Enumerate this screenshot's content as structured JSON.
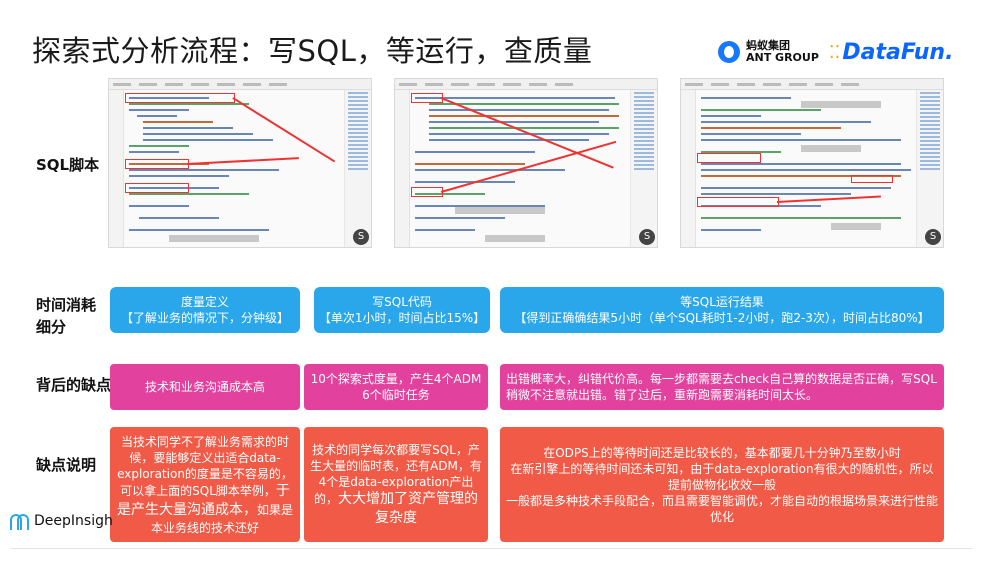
{
  "title": "探索式分析流程：写SQL，等运行，查质量",
  "logos": {
    "ant_cn": "蚂蚁集团",
    "ant_en": "ANT GROUP",
    "datafun": "DataFun."
  },
  "row_labels": {
    "sql": "SQL脚本",
    "time": "时间消耗细分",
    "defects": "背后的缺点",
    "explain": "缺点说明"
  },
  "screenshots": {
    "avatar": "S"
  },
  "stages": [
    {
      "title": "度量定义",
      "detail": "【了解业务的情况下，分钟级】"
    },
    {
      "title": "写SQL代码",
      "detail": "【单次1小时，时间占比15%】"
    },
    {
      "title": "等SQL运行结果",
      "detail": "【得到正确确结果5小时（单个SQL耗时1-2小时，跑2-3次），时间占比80%】"
    }
  ],
  "defects": [
    {
      "text": "技术和业务沟通成本高"
    },
    {
      "text": "10个探索式度量，产生4个ADM 6个临时任务"
    },
    {
      "text": "出错概率大，纠错代价高。每一步都需要去check自己算的数据是否正确，写SQL稍微不注意就出错。错了过后，重新跑需要消耗时间太长。"
    }
  ],
  "explanations": {
    "e1_normal": "当技术同学不了解业务需求的时候，要能够定义出适合data-exploration的度量是不容易的，可以拿上面的SQL脚本举例，",
    "e1_big": "于是产生大量沟通成本，",
    "e1_tail": "如果是本业务线的技术还好",
    "e2_normal": "技术的同学每次都要写SQL，产生大量的临时表，还有ADM，有4个是data-exploration产出的，",
    "e2_big": "大大增加了资产管理的复杂度",
    "e3_p1": "在ODPS上的等待时间还是比较长的，基本都要几十分钟乃至数小时",
    "e3_p2": "在新引擎上的等待时间还未可知，由于data-exploration有很大的随机性，所以提前做物化收效一般",
    "e3_p3": "一般都是多种技术手段配合，而且需要智能调优，才能自动的根据场景来进行性能优化"
  },
  "footer": {
    "brand": "DeepInsigh"
  },
  "colors": {
    "blue": "#2aa7ea",
    "pink": "#e3419e",
    "orange": "#f05a46"
  }
}
